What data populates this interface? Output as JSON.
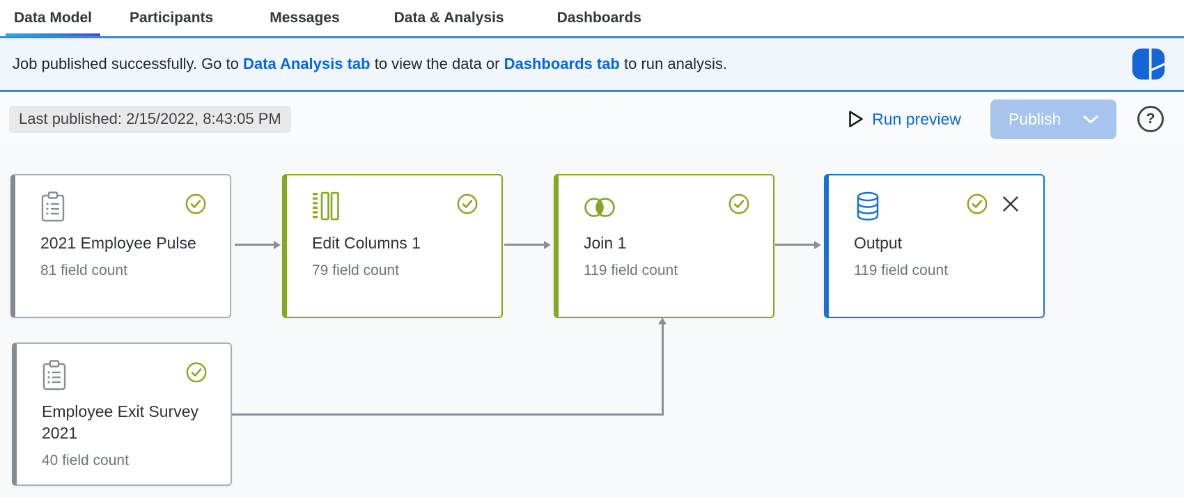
{
  "tabs": {
    "items": [
      {
        "label": "Data Model",
        "active": true
      },
      {
        "label": "Participants",
        "active": false
      },
      {
        "label": "Messages",
        "active": false
      },
      {
        "label": "Data & Analysis",
        "active": false
      },
      {
        "label": "Dashboards",
        "active": false
      }
    ]
  },
  "notification": {
    "prefix": "Job published successfully. Go to ",
    "link1": "Data Analysis tab",
    "middle": " to view the data or ",
    "link2": "Dashboards tab",
    "suffix": " to run analysis."
  },
  "toolbar": {
    "last_published": "Last published: 2/15/2022, 8:43:05 PM",
    "run_preview_label": "Run preview",
    "publish_label": "Publish",
    "help_label": "?"
  },
  "nodes": [
    {
      "title": "2021 Employee Pulse",
      "subtitle": "81 field count",
      "icon": "survey-clipboard-icon",
      "status": "success",
      "accent": "gray"
    },
    {
      "title": "Edit Columns 1",
      "subtitle": "79 field count",
      "icon": "edit-columns-icon",
      "status": "success",
      "accent": "green"
    },
    {
      "title": "Join 1",
      "subtitle": "119 field count",
      "icon": "join-venn-icon",
      "status": "success",
      "accent": "green"
    },
    {
      "title": "Output",
      "subtitle": "119 field count",
      "icon": "database-icon",
      "status": "success",
      "accent": "blue",
      "closable": true
    },
    {
      "title": "Employee Exit Survey 2021",
      "subtitle": "40 field count",
      "icon": "survey-clipboard-icon",
      "status": "success",
      "accent": "gray"
    }
  ],
  "edges": [
    {
      "from": "2021 Employee Pulse",
      "to": "Edit Columns 1"
    },
    {
      "from": "Edit Columns 1",
      "to": "Join 1"
    },
    {
      "from": "Join 1",
      "to": "Output"
    },
    {
      "from": "Employee Exit Survey 2021",
      "to": "Join 1"
    }
  ],
  "colors": {
    "accent_green": "#84A81E",
    "accent_blue": "#1673D3",
    "link_blue": "#0768DD",
    "bar_border_blue": "#3E88D5",
    "notification_bg": "#F0F6FC",
    "publish_disabled_bg": "#A7C4EF",
    "connector_gray": "#8A9098",
    "tab_underline_gradient": [
      "#1EB5E8",
      "#4050D6"
    ]
  }
}
